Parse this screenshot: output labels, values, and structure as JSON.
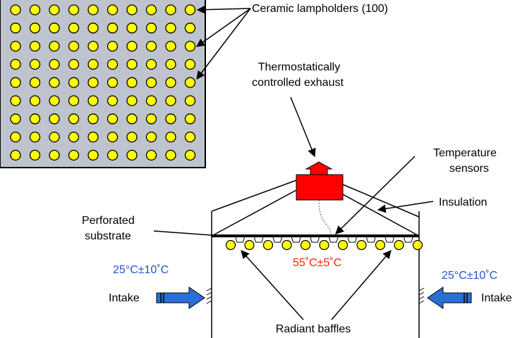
{
  "labels": {
    "lampholders": "Ceramic lampholders (100)",
    "exhaust_line1": "Thermostatically",
    "exhaust_line2": "controlled exhaust",
    "sensors_line1": "Temperature",
    "sensors_line2": "sensors",
    "insulation": "Insulation",
    "substrate_line1": "Perforated",
    "substrate_line2": "substrate",
    "inner_temp": "55˚C±5˚C",
    "left_temp": "25°C±10˚C",
    "right_temp": "25°C±10˚C",
    "left_intake": "Intake",
    "right_intake": "Intake",
    "baffles": "Radiant baffles"
  },
  "grid": {
    "rows": 9,
    "cols": 10
  },
  "baffle_count": 11,
  "colors": {
    "panel": "#bfc3cd",
    "lamp": "#ffff00",
    "exhaust": "#ff0000",
    "intake_arrow": "#2a6fd6",
    "blue_text": "#2255cc",
    "red_text": "#ff2200"
  }
}
